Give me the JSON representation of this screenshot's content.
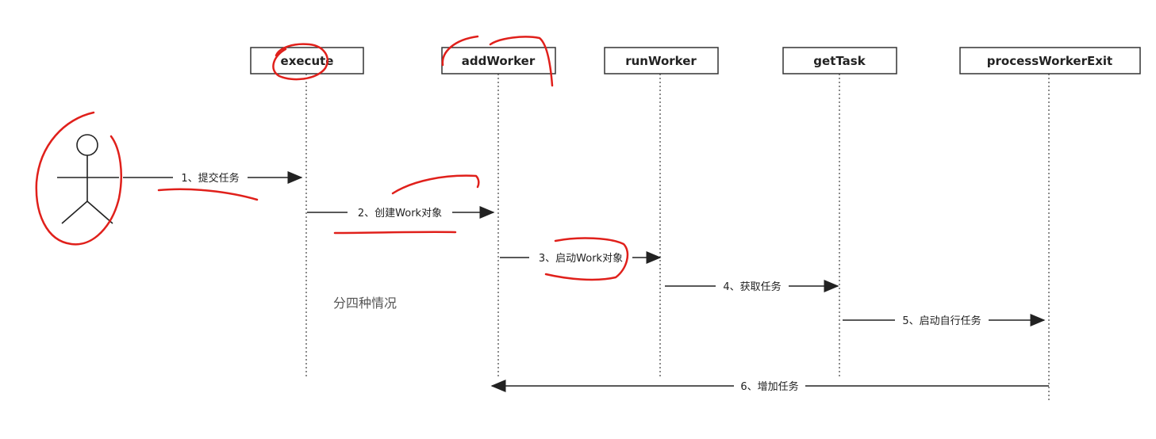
{
  "participants": [
    {
      "id": "execute",
      "label": "execute"
    },
    {
      "id": "addworker",
      "label": "addWorker"
    },
    {
      "id": "runworker",
      "label": "runWorker"
    },
    {
      "id": "gettask",
      "label": "getTask"
    },
    {
      "id": "processworkerexit",
      "label": "processWorkerExit"
    }
  ],
  "messages": [
    {
      "label": "1、提交任务"
    },
    {
      "label": "2、创建Work对象"
    },
    {
      "label": "3、启动Work对象"
    },
    {
      "label": "4、获取任务"
    },
    {
      "label": "5、启动自行任务"
    },
    {
      "label": "6、增加任务"
    }
  ],
  "note": "分四种情况",
  "colors": {
    "line": "#222222",
    "lifeline": "#666666",
    "annotation": "#e0201b",
    "box_stroke": "#333333"
  }
}
